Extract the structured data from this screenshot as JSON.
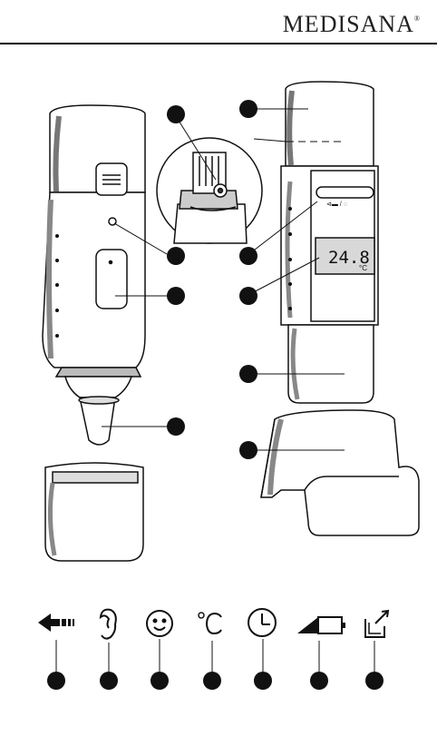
{
  "header": {
    "brand": "MEDISANA",
    "reg_mark": "®"
  },
  "device_display": {
    "reading": "24.8",
    "unit": "°C",
    "mode_indicator": "ear / forehead"
  },
  "legend_icons": [
    "arrow-left-icon",
    "ear-icon",
    "face-icon",
    "celsius-icon",
    "clock-icon",
    "battery-low-icon",
    "cover-removal-icon"
  ],
  "callout_marker": "filled-circle"
}
